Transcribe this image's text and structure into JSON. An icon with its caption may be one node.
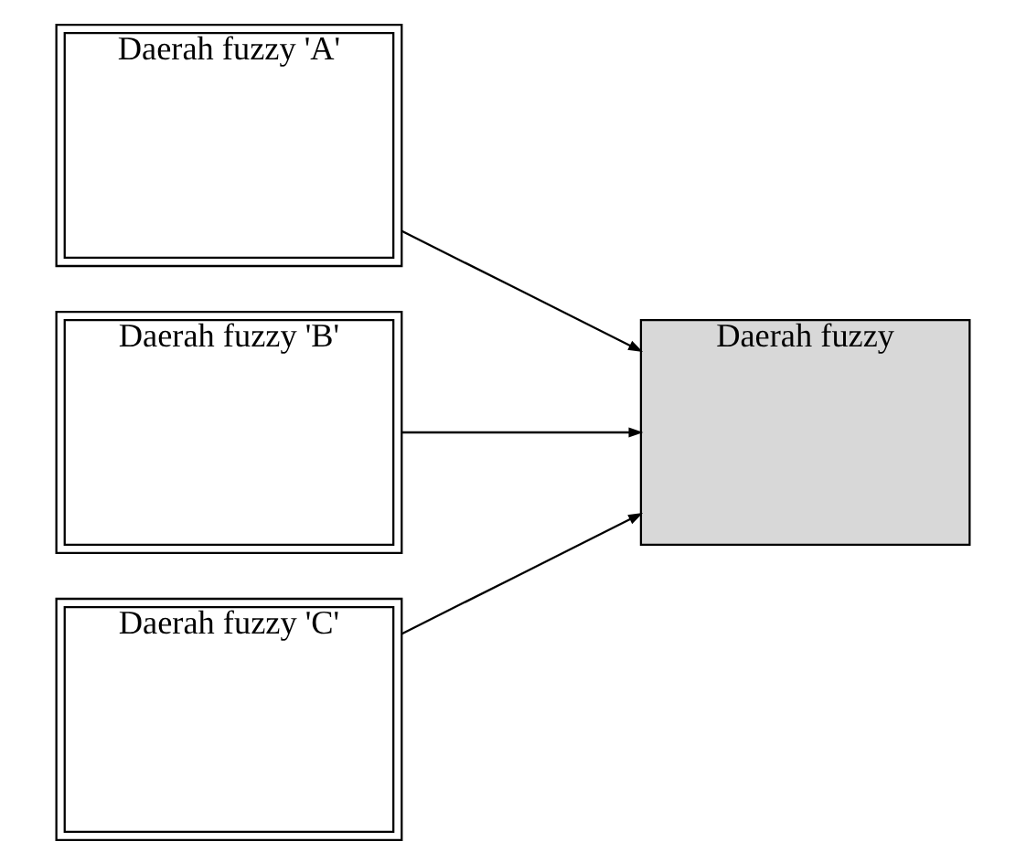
{
  "diagram": {
    "nodes": [
      {
        "text": [
          "Daerah fuzzy 'A'"
        ]
      },
      {
        "text": [
          "Daerah fuzzy 'B'"
        ]
      },
      {
        "text": [
          "Daerah fuzzy 'C'"
        ]
      },
      {
        "text": [
          "Daerah fuzzy"
        ]
      }
    ],
    "edges": [
      {
        "from": 0,
        "to": 3,
        "arrow": "to"
      },
      {
        "from": 1,
        "to": 3,
        "arrow": "to"
      },
      {
        "from": 2,
        "to": 3,
        "arrow": "to"
      }
    ]
  }
}
